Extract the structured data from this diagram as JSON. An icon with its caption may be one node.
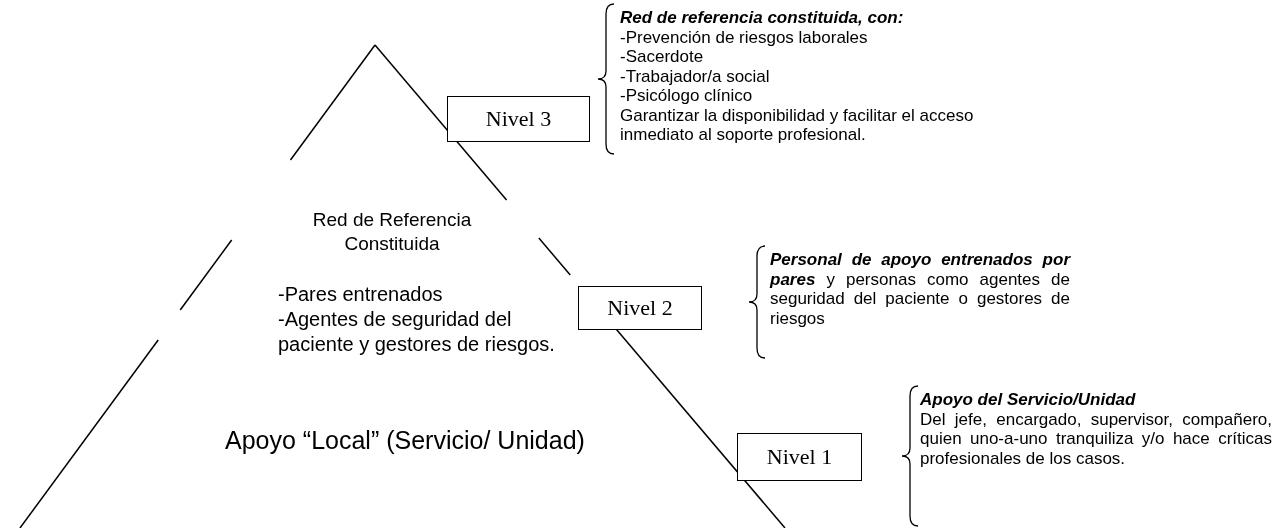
{
  "diagram": {
    "nodes": [
      {
        "text": [
          "Nivel 3"
        ],
        "beside": [
          "Red de referencia constituida, con:",
          "-Prevención de riesgos laborales",
          "-Sacerdote",
          "-Trabajador/a social",
          "-Psicólogo clínico",
          "Garantizar la disponibilidad y facilitar el acceso inmediato al soporte profesional."
        ]
      },
      {
        "text": [
          "Nivel 2"
        ],
        "beside": [
          "**Personal de apoyo entrenados por pares** y personas como agentes de seguridad del paciente o gestores de riesgos"
        ]
      },
      {
        "text": [
          "Nivel 1"
        ],
        "beside": [
          "Apoyo del Servicio/Unidad",
          "Del jefe, encargado, supervisor, compañero, quien uno-a-uno tranquiliza y/o hace críticas profesionales de los casos."
        ]
      }
    ],
    "edges": [],
    "labels": [
      "Red de Referencia Constituida",
      "-Pares entrenados",
      "-Agentes de seguridad del paciente y gestores de riesgos.",
      "Apoyo “Local” (Servicio/ Unidad)"
    ]
  }
}
